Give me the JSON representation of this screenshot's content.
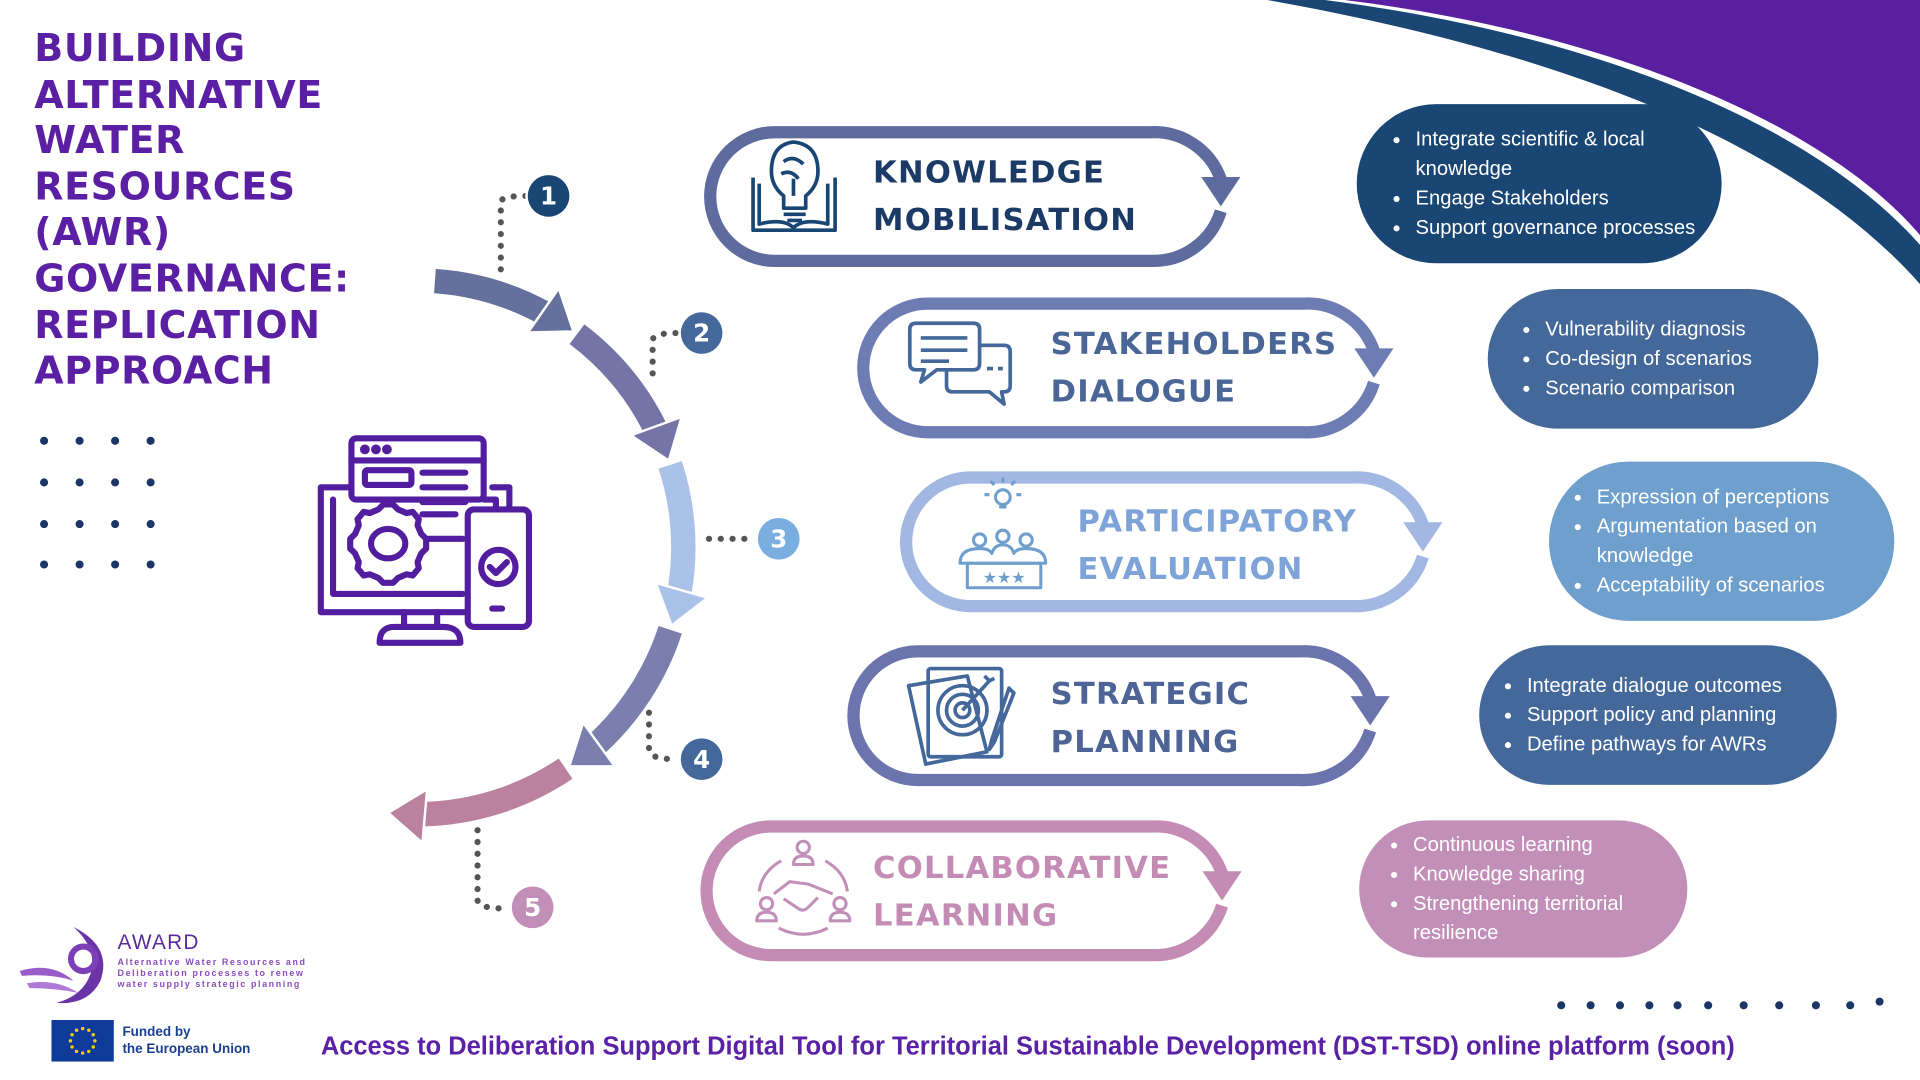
{
  "title_lines": [
    "BUILDING",
    "ALTERNATIVE",
    "WATER",
    "RESOURCES",
    "(AWR)",
    "GOVERNANCE:",
    "REPLICATION",
    "APPROACH"
  ],
  "colors": {
    "title": "#5a1fa3",
    "navy": "#1a4674",
    "steel": "#44689a",
    "light_blue": "#7aaee0",
    "pink": "#c28fb8",
    "purple": "#5a1ea0"
  },
  "steps": [
    {
      "number": "1",
      "line1": "KNOWLEDGE",
      "line2": "MOBILISATION",
      "icon": "brain-lightbulb-book-icon",
      "bullets": [
        "Integrate scientific & local knowledge",
        "Engage Stakeholders",
        "Support governance processes"
      ]
    },
    {
      "number": "2",
      "line1": "STAKEHOLDERS",
      "line2": "DIALOGUE",
      "icon": "chat-bubbles-icon",
      "bullets": [
        "Vulnerability diagnosis",
        "Co-design of scenarios",
        "Scenario comparison"
      ]
    },
    {
      "number": "3",
      "line1": "PARTICIPATORY",
      "line2": "EVALUATION",
      "icon": "jury-rating-icon",
      "bullets": [
        "Expression of perceptions",
        "Argumentation based on knowledge",
        "Acceptability of scenarios"
      ]
    },
    {
      "number": "4",
      "line1": "STRATEGIC",
      "line2": "PLANNING",
      "icon": "target-document-icon",
      "bullets": [
        "Integrate dialogue outcomes",
        "Support policy and planning",
        "Define pathways for AWRs"
      ]
    },
    {
      "number": "5",
      "line1": "COLLABORATIVE",
      "line2": "LEARNING",
      "icon": "handshake-cycle-icon",
      "bullets": [
        "Continuous learning",
        "Knowledge sharing",
        "Strengthening territorial resilience"
      ]
    }
  ],
  "logo": {
    "name": "AWARD",
    "subtitle_lines": [
      "Alternative Water Resources and",
      "Deliberation processes to renew",
      "water supply strategic planning"
    ]
  },
  "funding": {
    "line1": "Funded by",
    "line2": "the European Union"
  },
  "footer": "Access to Deliberation Support Digital Tool for Territorial Sustainable Development (DST-TSD) online platform (soon)"
}
